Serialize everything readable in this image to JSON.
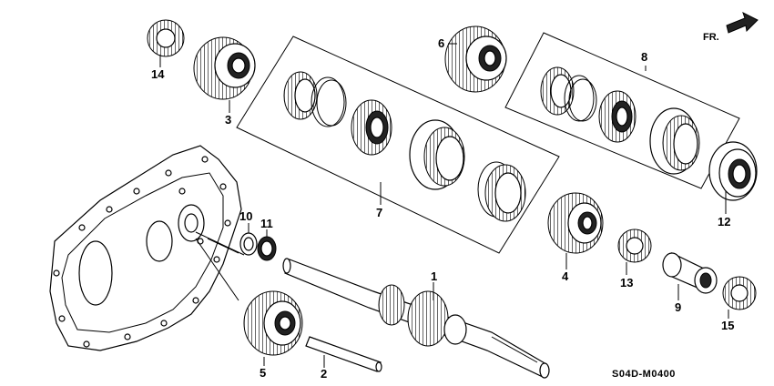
{
  "diagram": {
    "fr_label": "FR.",
    "part_code": "S04D-M0400",
    "callouts": [
      "1",
      "2",
      "3",
      "4",
      "5",
      "6",
      "7",
      "8",
      "9",
      "10",
      "11",
      "12",
      "13",
      "14",
      "15"
    ]
  }
}
